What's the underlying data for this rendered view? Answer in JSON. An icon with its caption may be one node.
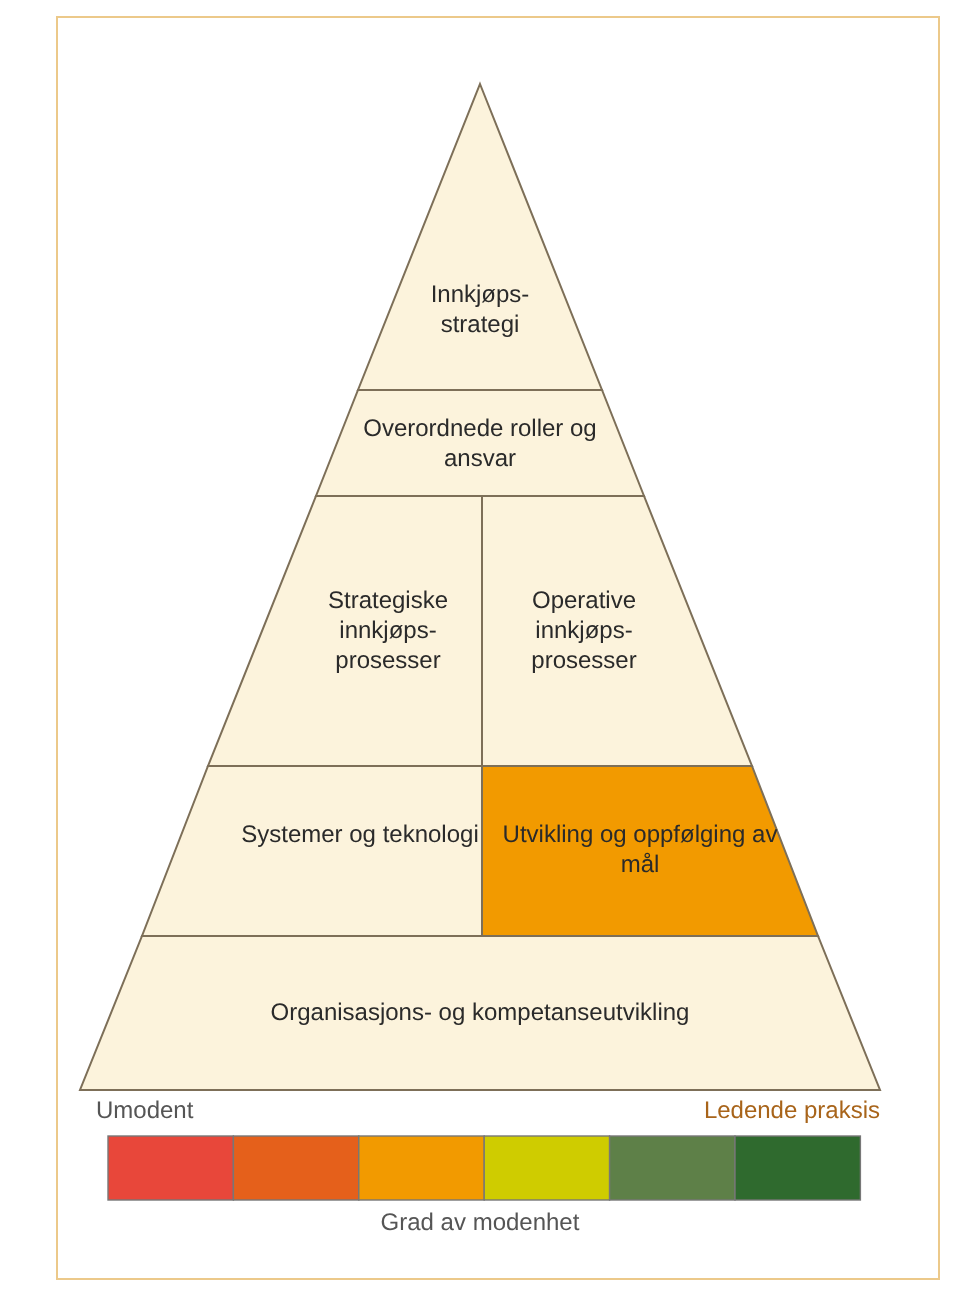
{
  "diagram": {
    "nodes": [
      {
        "text": [
          "Innkjøps- strategi"
        ]
      },
      {
        "text": [
          "Overordnede roller og ansvar"
        ]
      },
      {
        "text": [
          "Strategiske innkjøps- prosesser"
        ]
      },
      {
        "text": [
          "Operative innkjøps- prosesser"
        ]
      },
      {
        "text": [
          "Systemer og teknologi"
        ]
      },
      {
        "text": [
          "Utvikling og oppfølging av mål"
        ]
      },
      {
        "text": [
          "Organisasjons- og kompetanseutvikling"
        ]
      }
    ],
    "labels": [
      "Umodent",
      "Ledende praksis",
      "Grad av modenhet"
    ]
  }
}
